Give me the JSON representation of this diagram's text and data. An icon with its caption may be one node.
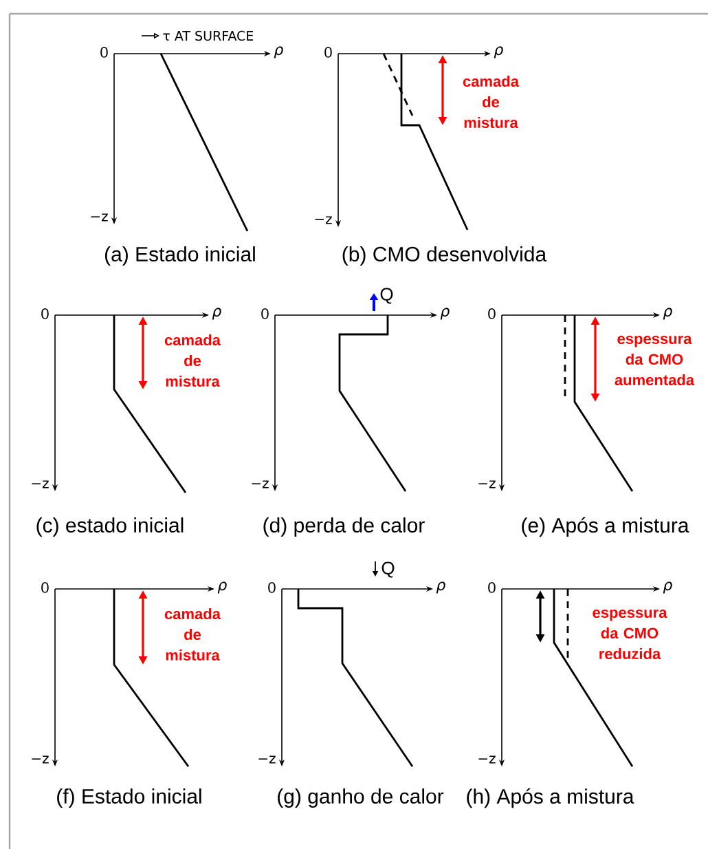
{
  "diagram": {
    "labels": [
      "τ AT SURFACE",
      "0",
      "ρ",
      "−z",
      "(a) Estado inicial",
      "0",
      "ρ",
      "camada de mistura",
      "−z",
      "(b) CMO desenvolvida",
      "0",
      "ρ",
      "camada de mistura",
      "−z",
      "(c) estado inicial",
      "Q",
      "0",
      "ρ",
      "−z",
      "(d) perda de calor",
      "0",
      "ρ",
      "espessura da CMO aumentada",
      "−z",
      "(e) Após a mistura",
      "0",
      "ρ",
      "camada de mistura",
      "−z",
      "(f) Estado inicial",
      "Q",
      "0",
      "ρ",
      "−z",
      "(g) ganho de calor",
      "0",
      "ρ",
      "espessura da CMO reduzida",
      "−z",
      "(h) Após a mistura"
    ]
  }
}
